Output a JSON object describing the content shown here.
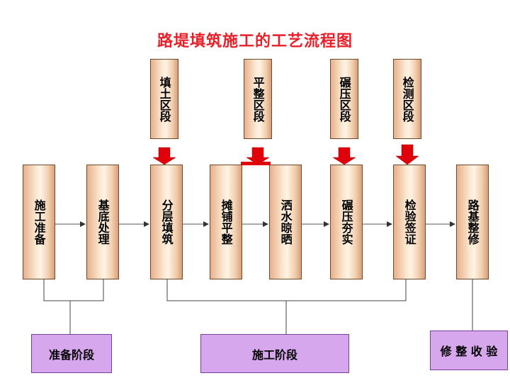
{
  "title": "路堤填筑施工的工艺流程图",
  "top_boxes": [
    {
      "id": "fill",
      "label": "填土区段"
    },
    {
      "id": "level",
      "label": "平整区段"
    },
    {
      "id": "roll",
      "label": "碾压区段"
    },
    {
      "id": "test",
      "label": "检测区段"
    }
  ],
  "process_boxes": [
    {
      "id": "prep",
      "label": "施工准备"
    },
    {
      "id": "base",
      "label": "基底处理"
    },
    {
      "id": "layer",
      "label": "分层填筑"
    },
    {
      "id": "spread",
      "label": "摊铺平整"
    },
    {
      "id": "water",
      "label": "洒水晾晒"
    },
    {
      "id": "compact",
      "label": "碾压夯实"
    },
    {
      "id": "inspect",
      "label": "检验签证"
    },
    {
      "id": "finish",
      "label": "路基整修"
    }
  ],
  "stages": [
    {
      "id": "prep-stage",
      "label": "准备阶段"
    },
    {
      "id": "build-stage",
      "label": "施工阶段"
    },
    {
      "id": "accept-stage",
      "label": "修 整 收 验"
    }
  ],
  "colors": {
    "title": "#e8202a",
    "down_arrow": "#e0000a",
    "stage_fill": "#d7a7ee",
    "box_border": "#6b4a2a"
  }
}
